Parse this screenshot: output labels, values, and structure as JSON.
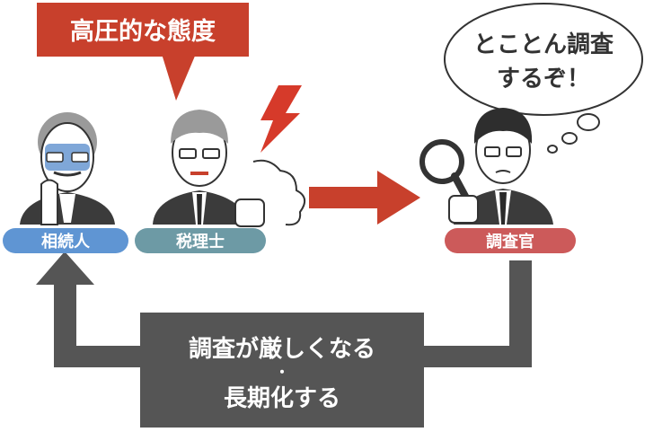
{
  "callout_attitude": "高圧的な態度",
  "thought_bubble": {
    "line1": "とことん調査",
    "line2": "するぞ！"
  },
  "labels": {
    "heir": "相続人",
    "tax_accountant": "税理士",
    "investigator": "調査官"
  },
  "result_box": {
    "line1": "調査が厳しくなる",
    "dot": "・",
    "line2": "長期化する"
  },
  "colors": {
    "callout_red": "#c8402c",
    "arrow_red": "#c8402c",
    "heir_label": "#5f95d3",
    "accountant_label": "#6d9aa5",
    "investigator_label": "#cc5a5a",
    "loop_gray": "#555555"
  }
}
